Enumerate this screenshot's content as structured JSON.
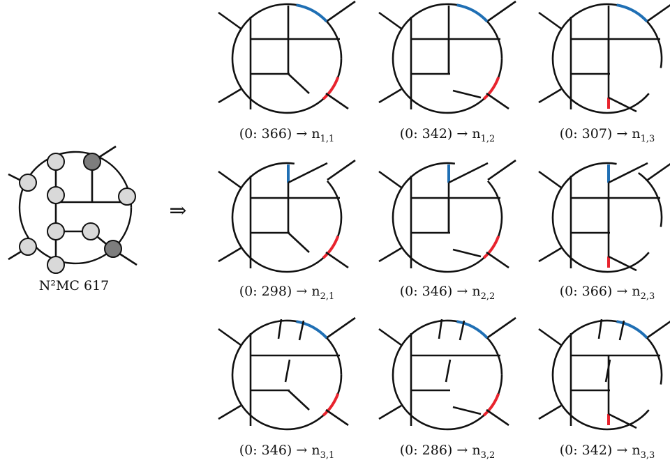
{
  "source_graph": {
    "label": "N²MC 617"
  },
  "arrow": "⇒",
  "colors": {
    "line": "#111111",
    "blue_mark": "#1f6fb4",
    "red_mark": "#e8232d",
    "node_light": "#d9d9d9",
    "node_dark": "#7d7d7d"
  },
  "cells": [
    {
      "id": "n11",
      "label": "(0: 366) → n",
      "sub": "1,1",
      "variant": "A"
    },
    {
      "id": "n12",
      "label": "(0: 342) → n",
      "sub": "1,2",
      "variant": "B"
    },
    {
      "id": "n13",
      "label": "(0: 307) → n",
      "sub": "1,3",
      "variant": "C"
    },
    {
      "id": "n21",
      "label": "(0: 298) → n",
      "sub": "2,1",
      "variant": "D"
    },
    {
      "id": "n22",
      "label": "(0: 346) → n",
      "sub": "2,2",
      "variant": "E"
    },
    {
      "id": "n23",
      "label": "(0: 366) → n",
      "sub": "2,3",
      "variant": "F"
    },
    {
      "id": "n31",
      "label": "(0: 346) → n",
      "sub": "3,1",
      "variant": "G"
    },
    {
      "id": "n32",
      "label": "(0: 286) → n",
      "sub": "3,2",
      "variant": "H"
    },
    {
      "id": "n33",
      "label": "(0: 342) → n",
      "sub": "3,3",
      "variant": "I"
    }
  ]
}
